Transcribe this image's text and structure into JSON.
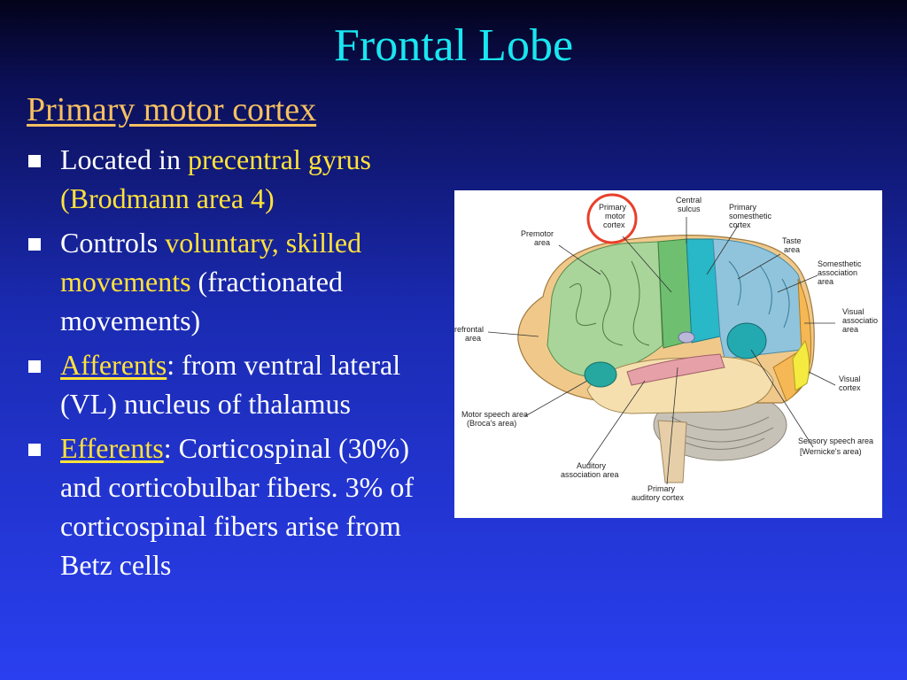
{
  "slide": {
    "title": "Frontal Lobe",
    "subtitle": "Primary motor cortex"
  },
  "bullets": [
    {
      "pre": "Located in ",
      "hl": "precentral gyrus (Brodmann area 4)",
      "post": ""
    },
    {
      "pre": "Controls ",
      "hl": "voluntary, skilled movements",
      "post": " (fractionated movements)"
    },
    {
      "pre": "",
      "hl": "Afferents",
      "post": ": from ventral lateral (VL) nucleus of thalamus"
    },
    {
      "pre": "",
      "hl": "Efferents",
      "post": ": Corticospinal (30%) and corticobulbar fibers. 3% of corticospinal fibers arise from Betz cells"
    }
  ],
  "diagram": {
    "labels": {
      "primary_motor": [
        "Primary",
        "motor",
        "cortex"
      ],
      "central_sulcus": [
        "Central",
        "sulcus"
      ],
      "primary_somesthetic": [
        "Primary",
        "somesthetic",
        "cortex"
      ],
      "premotor": [
        "Premotor",
        "area"
      ],
      "taste": [
        "Taste",
        "area"
      ],
      "somesthetic_assoc": [
        "Somesthetic",
        "association",
        "area"
      ],
      "prefrontal": [
        "refrontal",
        "area"
      ],
      "visual_assoc": [
        "Visual",
        "associatio",
        "area"
      ],
      "visual": [
        "Visual",
        "cortex"
      ],
      "motor_speech": [
        "Motor speech area",
        "(Broca's area)"
      ],
      "sensory_speech": [
        "Sensory speech area",
        "[Wernicke's area)"
      ],
      "auditory_assoc": [
        "Auditory",
        "association area"
      ],
      "primary_auditory": [
        "Primary",
        "auditory cortex"
      ]
    }
  },
  "colors": {
    "title": "#19e6f0",
    "subtitle": "#f5c060",
    "highlight": "#ffe23a",
    "text": "#ffffff",
    "highlight_circle": "#e8402a"
  }
}
